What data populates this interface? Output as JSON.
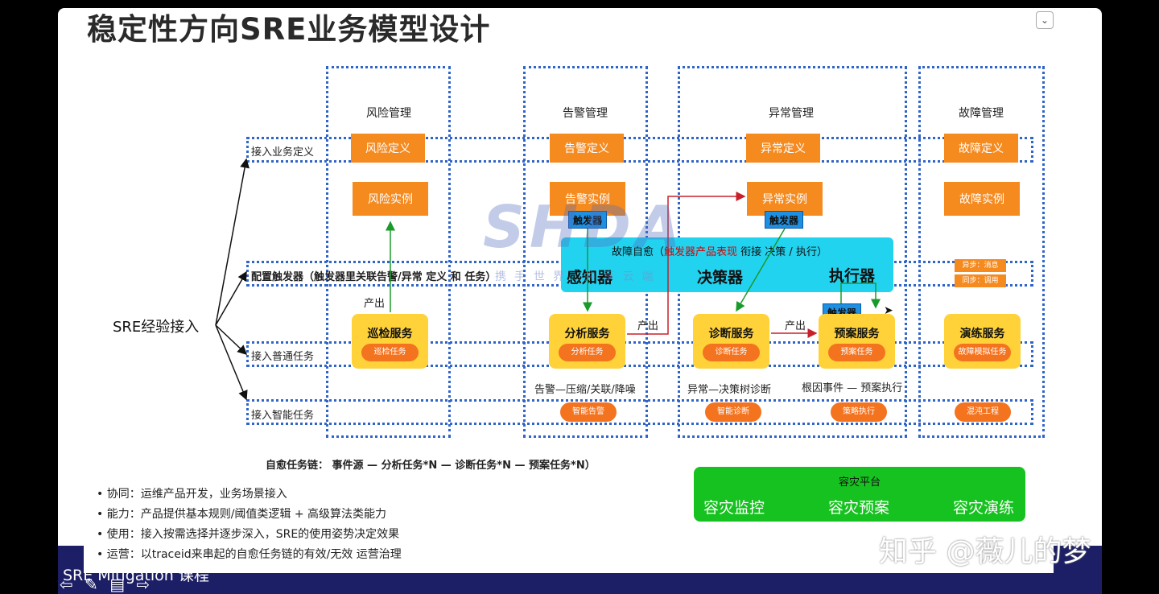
{
  "slide": {
    "title": "稳定性方向SRE业务模型设计",
    "collapse_icon": "chevron-down-icon"
  },
  "columns": [
    {
      "title": "风险管理",
      "definition": "风险定义",
      "instance": "风险实例",
      "service": "巡检服务",
      "task": "巡检任务",
      "smart_task": ""
    },
    {
      "title": "告警管理",
      "definition": "告警定义",
      "instance": "告警实例",
      "service": "分析服务",
      "task": "分析任务",
      "smart_task": "智能告警"
    },
    {
      "title": "异常管理",
      "definition": "异常定义",
      "instance": "异常实例",
      "service": "诊断服务",
      "task": "诊断任务",
      "smart_task": "智能诊断"
    },
    {
      "title": "",
      "definition": "",
      "instance": "",
      "service": "预案服务",
      "task": "预案任务",
      "smart_task": "策略执行"
    },
    {
      "title": "故障管理",
      "definition": "故障定义",
      "instance": "故障实例",
      "service": "演练服务",
      "task": "故障模拟任务",
      "smart_task": "混沌工程"
    }
  ],
  "rows": {
    "business_def": "接入业务定义",
    "trigger_config": "配置触发器（触发器里关联告警/异常 定义 和 任务）",
    "normal_task": "接入普通任务",
    "smart_task": "接入智能任务"
  },
  "sre_entry": "SRE经验接入",
  "self_heal": {
    "prefix": "故障自愈（",
    "highlight": "触发器产品表现",
    "suffix": " 衔接 决策 / 执行）",
    "sensor": "感知器",
    "decider": "决策器",
    "executor": "执行器"
  },
  "triggers": {
    "alarm": "触发器",
    "anomaly": "触发器",
    "plan": "触发器"
  },
  "labels": {
    "output_1": "产出",
    "output_2": "产出",
    "output_3": "产出"
  },
  "fault_side": {
    "async": "异步：消息",
    "sync": "同步：调用"
  },
  "captions": {
    "alarm": "告警—压缩/关联/降噪",
    "anomaly": "异常—决策树诊断",
    "root_cause": "根因事件 — 预案执行"
  },
  "chain": "自愈任务链：  事件源 — 分析任务*N — 诊断任务*N — 预案任务*N）",
  "bullets": [
    "•   协同：运维产品开发，业务场景接入",
    "•   能力：产品提供基本规则/阈值类逻辑 + 高级算法类能力",
    "•   使用：接入按需选择并逐步深入，SRE的使用姿势决定效果",
    "•   运营：以traceid来串起的自愈任务链的有效/无效 运营治理"
  ],
  "disaster": {
    "title": "容灾平台",
    "items": [
      "容灾监控",
      "容灾预案",
      "容灾演练"
    ]
  },
  "watermark": {
    "logo": "SHDA",
    "tagline": "携手世界 共享云端"
  },
  "footer": {
    "course": "SRE Mitigation 课程",
    "nav": "⇦ ✎ ▤ ⇨"
  },
  "credit": "知乎 @薇儿的梦"
}
